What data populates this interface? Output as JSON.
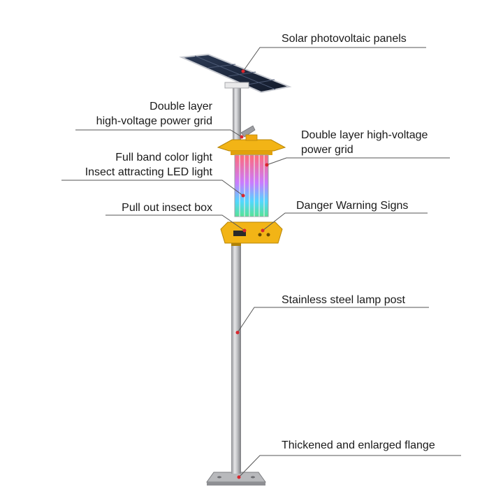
{
  "labels": {
    "solar_panels": "Solar photovoltaic panels",
    "grid_left_line1": "Double layer",
    "grid_left_line2": "high-voltage power grid",
    "full_band_light": "Full band color light",
    "led_light": "Insect attracting LED light",
    "insect_box": "Pull out insect box",
    "grid_right_line1": "Double layer high-voltage",
    "grid_right_line2": "power grid",
    "danger_signs": "Danger Warning Signs",
    "lamp_post": "Stainless steel lamp post",
    "flange": "Thickened and enlarged flange"
  },
  "colors": {
    "leader_line": "#555555",
    "marker_dot": "#d9272e",
    "housing_yellow": "#f2b416",
    "pole_steel": "#c9c9cc",
    "panel_dark": "#1f2b40"
  }
}
